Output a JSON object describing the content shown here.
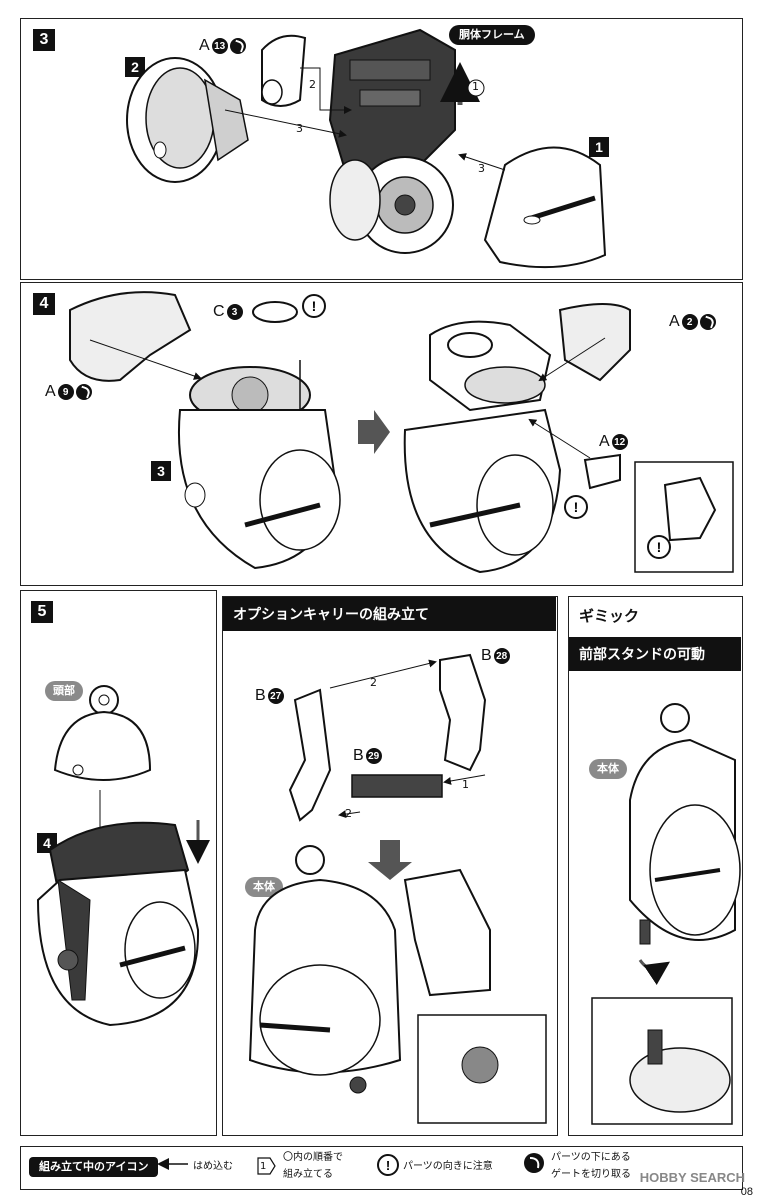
{
  "steps": {
    "s3": {
      "number": "3"
    },
    "s4": {
      "number": "4"
    },
    "s5": {
      "number": "5"
    }
  },
  "step3": {
    "frame_label": "胴体フレーム",
    "part_ref": "A",
    "part_num": "13",
    "ref_2": "2",
    "ref_1": "1",
    "order_2": "2",
    "order_3a": "3",
    "order_3b": "3",
    "order_1": "1"
  },
  "step4": {
    "c_ref": "C",
    "c_num": "3",
    "a9_ref": "A",
    "a9_num": "9",
    "a2_ref": "A",
    "a2_num": "2",
    "a12_ref": "A",
    "a12_num": "12",
    "ref_3": "3"
  },
  "step5": {
    "head_label": "頭部",
    "ref_4": "4"
  },
  "option": {
    "title": "オプションキャリーの組み立て",
    "b27_ref": "B",
    "b27_num": "27",
    "b28_ref": "B",
    "b28_num": "28",
    "b29_ref": "B",
    "b29_num": "29",
    "order_2a": "2",
    "order_2b": "2",
    "order_1": "1",
    "body_label": "本体"
  },
  "gimmick": {
    "title": "ギミック",
    "subtitle": "前部スタンドの可動",
    "body_label": "本体"
  },
  "legend": {
    "label": "組み立て中のアイコン",
    "insert": "はめ込む",
    "order_num": "1",
    "order_line1": "〇内の順番で",
    "order_line2": "組み立てる",
    "caution": "パーツの向きに注意",
    "gate_line1": "パーツの下にある",
    "gate_line2": "ゲートを切り取る"
  },
  "watermark": "HOBBY SEARCH",
  "page_number": "08"
}
